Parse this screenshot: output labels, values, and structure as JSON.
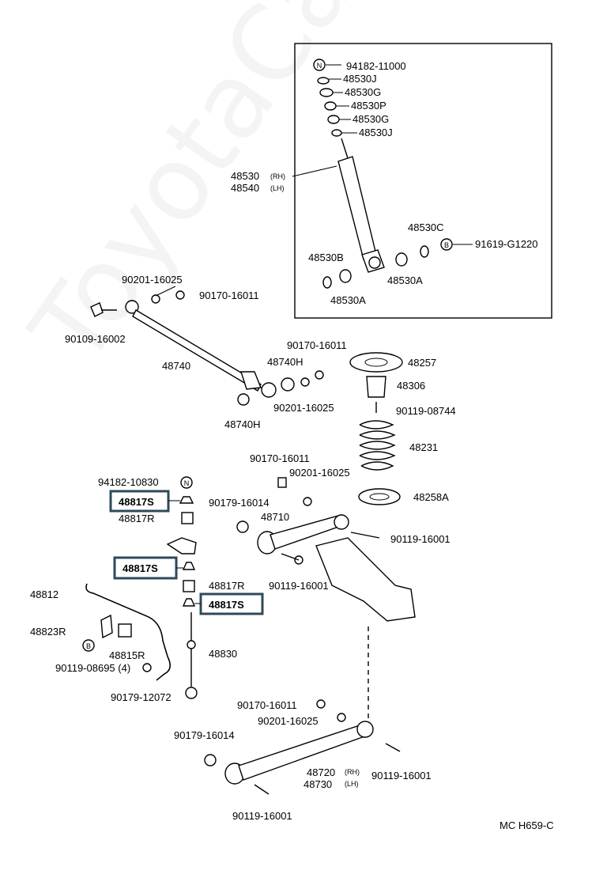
{
  "watermark": "ToyotaCarMire.ru",
  "diagram_code": "MC H659-C",
  "parts": {
    "p94182_11000": "94182-11000",
    "p48530J_1": "48530J",
    "p48530G_1": "48530G",
    "p48530P": "48530P",
    "p48530G_2": "48530G",
    "p48530J_2": "48530J",
    "p48530": "48530",
    "p48540": "48540",
    "rh": "(RH)",
    "lh": "(LH)",
    "p48530C": "48530C",
    "p91619": "91619-G1220",
    "p48530B": "48530B",
    "p48530A_1": "48530A",
    "p48530A_2": "48530A",
    "p90201_16025_a": "90201-16025",
    "p90170_16011_a": "90170-16011",
    "p90109_16002": "90109-16002",
    "p48740": "48740",
    "p90170_16011_b": "90170-16011",
    "p48740H_1": "48740H",
    "p90201_16025_b": "90201-16025",
    "p48740H_2": "48740H",
    "p48257": "48257",
    "p48306": "48306",
    "p90119_08744": "90119-08744",
    "p48231": "48231",
    "p90170_16011_c": "90170-16011",
    "p90201_16025_c": "90201-16025",
    "p48258A": "48258A",
    "p94182_10830": "94182-10830",
    "p48817S_1": "48817S",
    "p48817R_1": "48817R",
    "p90179_16014_a": "90179-16014",
    "p48710": "48710",
    "p90119_16001_a": "90119-16001",
    "p48817S_2": "48817S",
    "p90119_16001_b": "90119-16001",
    "p48817R_2": "48817R",
    "p48812": "48812",
    "p48817S_3": "48817S",
    "p48823R": "48823R",
    "p48815R": "48815R",
    "p48830": "48830",
    "p90119_08695": "90119-08695 (4)",
    "p90179_12072": "90179-12072",
    "p90170_16011_d": "90170-16011",
    "p90201_16025_d": "90201-16025",
    "p90179_16014_b": "90179-16014",
    "p48720": "48720",
    "p48730": "48730",
    "rh2": "(RH)",
    "lh2": "(LH)",
    "p90119_16001_c": "90119-16001",
    "p90119_16001_d": "90119-16001"
  },
  "badges": {
    "N": "N",
    "B": "B"
  }
}
